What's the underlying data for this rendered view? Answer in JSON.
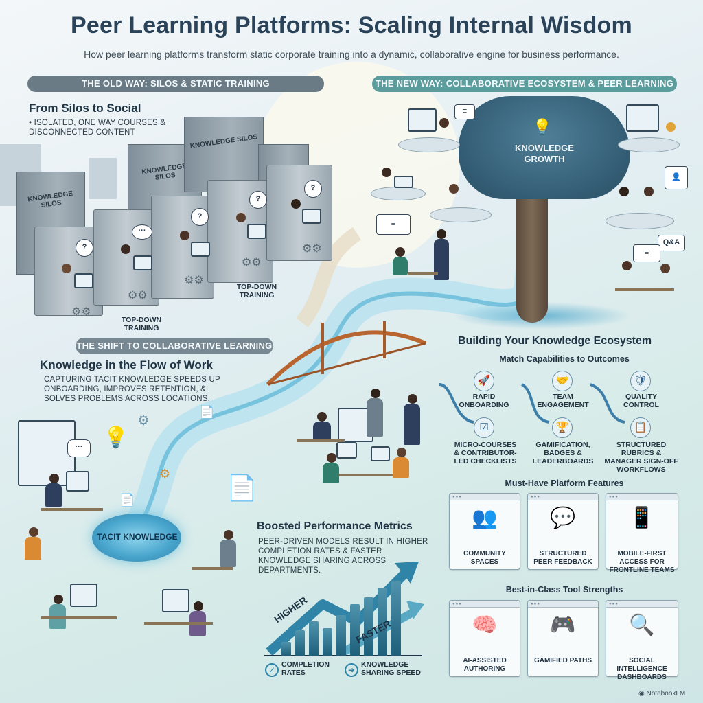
{
  "header": {
    "title": "Peer Learning Platforms: Scaling Internal Wisdom",
    "subtitle": "How peer learning platforms transform static corporate training into a dynamic, collaborative engine for business performance."
  },
  "old_way": {
    "banner": "THE OLD WAY: SILOS & STATIC TRAINING",
    "heading": "From Silos to Social",
    "bullet": "• ISOLATED, ONE WAY COURSES & DISCONNECTED CONTENT",
    "building_label": "KNOWLEDGE SILOS",
    "caption_left": "TOP-DOWN TRAINING",
    "caption_right": "TOP-DOWN TRAINING"
  },
  "new_way": {
    "banner": "THE NEW WAY: COLLABORATIVE ECOSYSTEM & PEER LEARNING",
    "tree_label": "KNOWLEDGE GROWTH",
    "qa_badge": "Q&A"
  },
  "shift": {
    "banner": "THE SHIFT TO COLLABORATIVE LEARNING",
    "heading": "Knowledge in the Flow of Work",
    "body": "CAPTURING TACIT KNOWLEDGE SPEEDS UP ONBOARDING, IMPROVES RETENTION, & SOLVES PROBLEMS ACROSS LOCATIONS.",
    "tacit_label": "TACIT KNOWLEDGE"
  },
  "performance": {
    "heading": "Boosted Performance Metrics",
    "body": "PEER-DRIVEN MODELS RESULT IN HIGHER COMPLETION RATES & FASTER KNOWLEDGE SHARING ACROSS DEPARTMENTS.",
    "arrow_higher": "HIGHER",
    "arrow_faster": "FASTER",
    "legend_completion": "COMPLETION RATES",
    "legend_sharing": "KNOWLEDGE SHARING SPEED"
  },
  "ecosystem": {
    "heading": "Building Your Knowledge Ecosystem",
    "match_heading": "Match Capabilities to Outcomes",
    "outcomes": [
      {
        "label": "RAPID ONBOARDING",
        "icon": "rocket-icon"
      },
      {
        "label": "TEAM ENGAGEMENT",
        "icon": "handshake-icon"
      },
      {
        "label": "QUALITY CONTROL",
        "icon": "shield-check-icon"
      }
    ],
    "capabilities": [
      {
        "label": "MICRO-COURSES & CONTRIBUTOR-LED CHECKLISTS",
        "icon": "checklist-icon"
      },
      {
        "label": "GAMIFICATION, BADGES & LEADERBOARDS",
        "icon": "trophy-icon"
      },
      {
        "label": "STRUCTURED RUBRICS & MANAGER SIGN-OFF WORKFLOWS",
        "icon": "clipboard-pen-icon"
      }
    ],
    "musthave_heading": "Must-Have Platform Features",
    "features": [
      {
        "label": "COMMUNITY SPACES",
        "icon": "community-icon"
      },
      {
        "label": "STRUCTURED PEER FEEDBACK",
        "icon": "star-feedback-icon"
      },
      {
        "label": "MOBILE-FIRST ACCESS FOR FRONTLINE TEAMS",
        "icon": "mobile-hardhat-icon"
      }
    ],
    "best_heading": "Best-in-Class Tool Strengths",
    "tools": [
      {
        "label": "AI-ASSISTED AUTHORING",
        "icon": "brain-pen-icon"
      },
      {
        "label": "GAMIFIED PATHS",
        "icon": "gamepad-icon"
      },
      {
        "label": "SOCIAL INTELLIGENCE DASHBOARDS",
        "icon": "dashboard-search-icon"
      }
    ]
  },
  "footer": {
    "brand": "NotebookLM"
  },
  "colors": {
    "title": "#2a4358",
    "old_banner": "#6b7b86",
    "new_banner": "#5d9c9c",
    "accent_blue": "#1e5f7a",
    "river": "#7cc6de"
  }
}
